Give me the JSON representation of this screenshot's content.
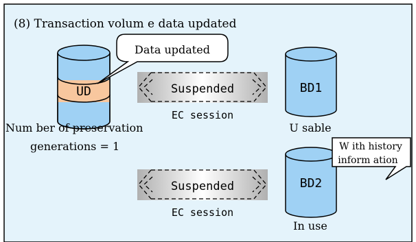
{
  "title": "(8) Transaction volum e data updated",
  "colors": {
    "panel_bg": "#e4f3fb",
    "cylinder_fill": "#9fd1f4",
    "highlight_band": "#f8c79e",
    "outline": "#000000",
    "bar_dark": "#b4b4b4",
    "bar_light": "#ffffff"
  },
  "icons": [
    "cylinder-database-icon",
    "double-arrow-icon",
    "speech-callout-icon"
  ],
  "ud": {
    "label": "UD",
    "callout": "Data updated",
    "caption_line1": "Num ber of preservation",
    "caption_line2": "generations = 1"
  },
  "sessions": [
    {
      "status": "Suspended",
      "caption": "EC session"
    },
    {
      "status": "Suspended",
      "caption": "EC session"
    }
  ],
  "backups": [
    {
      "label": "BD1",
      "caption": "U sable"
    },
    {
      "label": "BD2",
      "caption": "In use",
      "callout_line1": "W ith history",
      "callout_line2": "inform ation"
    }
  ]
}
